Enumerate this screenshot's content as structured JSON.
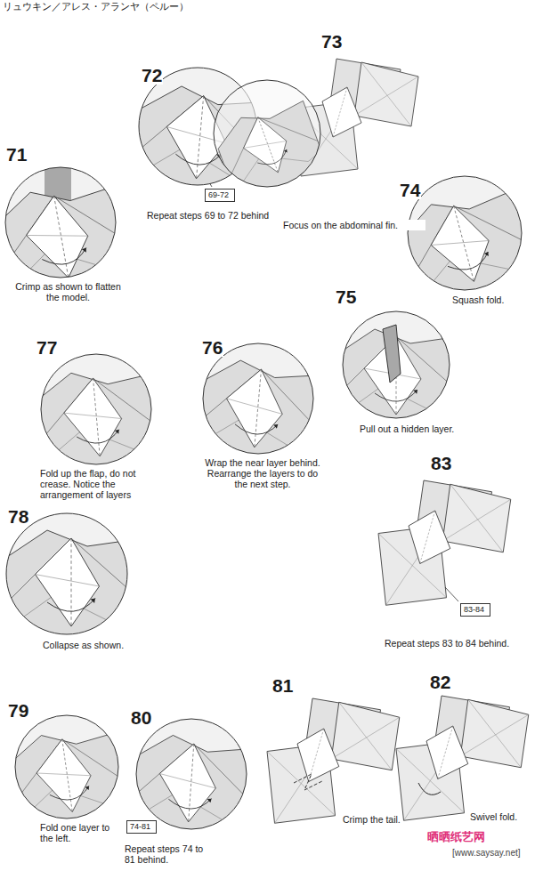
{
  "diagram": {
    "title": "リュウキン／アレス・アランヤ（ペルー）",
    "nodes": [
      {
        "text": [
          "69-72"
        ]
      },
      {
        "text": [
          "74-81"
        ]
      },
      {
        "text": [
          "83-84"
        ]
      }
    ],
    "labels": [
      "71",
      "Crimp as shown to flatten the model.",
      "72",
      "Repeat steps 69 to 72 behind",
      "73",
      "Focus on the abdominal fin.",
      "74",
      "Squash fold.",
      "75",
      "Pull out a hidden layer.",
      "76",
      "Wrap the near layer behind. Rearrange the layers to do the next step.",
      "77",
      "Fold up the flap, do not crease. Notice the arrangement of layers",
      "78",
      "Collapse as shown.",
      "79",
      "Fold one layer to the left.",
      "80",
      "Repeat steps 74 to 81 behind.",
      "81",
      "Crimp the tail.",
      "82",
      "Swivel fold.",
      "83",
      "Repeat steps 83 to 84 behind.",
      "晒晒纸艺网",
      "[www.saysay.net]"
    ]
  }
}
